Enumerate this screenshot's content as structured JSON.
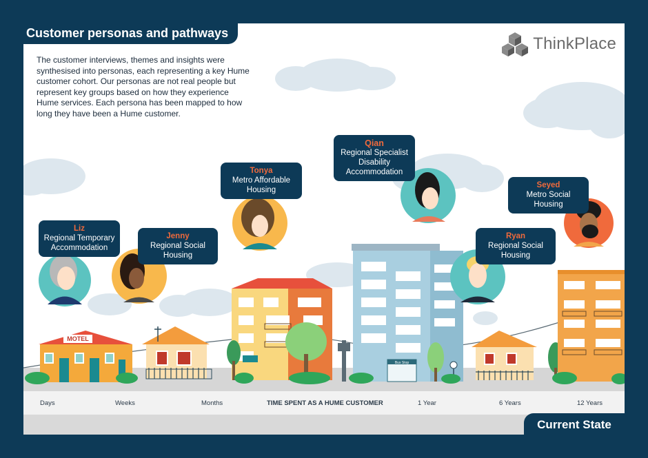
{
  "header": {
    "title": "Customer personas and pathways"
  },
  "intro": {
    "text": "The customer interviews, themes and insights were synthesised into personas, each representing a key Hume customer cohort. Our personas are not real people but represent key groups based on how they experience Hume services. Each persona has been mapped to how long they have been a Hume customer."
  },
  "logo": {
    "text": "ThinkPlace",
    "icon": "thinkplace-cubes-icon"
  },
  "personas": [
    {
      "name": "Liz",
      "type": "Regional Temporary\nAccommodation"
    },
    {
      "name": "Jenny",
      "type": "Regional Social\nHousing"
    },
    {
      "name": "Tonya",
      "type": "Metro Affordable\nHousing"
    },
    {
      "name": "Qian",
      "type": "Regional Specialist\nDisability\nAccommodation"
    },
    {
      "name": "Ryan",
      "type": "Regional Social\nHousing"
    },
    {
      "name": "Seyed",
      "type": "Metro Social\nHousing"
    }
  ],
  "signs": {
    "motel": "MOTEL",
    "bus_stop": "Bus Stop"
  },
  "timeline": {
    "ticks": [
      "Days",
      "Weeks",
      "Months",
      "TIME SPENT AS A HUME CUSTOMER",
      "1 Year",
      "6 Years",
      "12 Years"
    ]
  },
  "footer": {
    "state": "Current State"
  },
  "colors": {
    "navy": "#0d3a57",
    "accent_orange": "#f06a3c",
    "sky_cloud": "#dde7ee",
    "teal": "#26b3a3"
  }
}
